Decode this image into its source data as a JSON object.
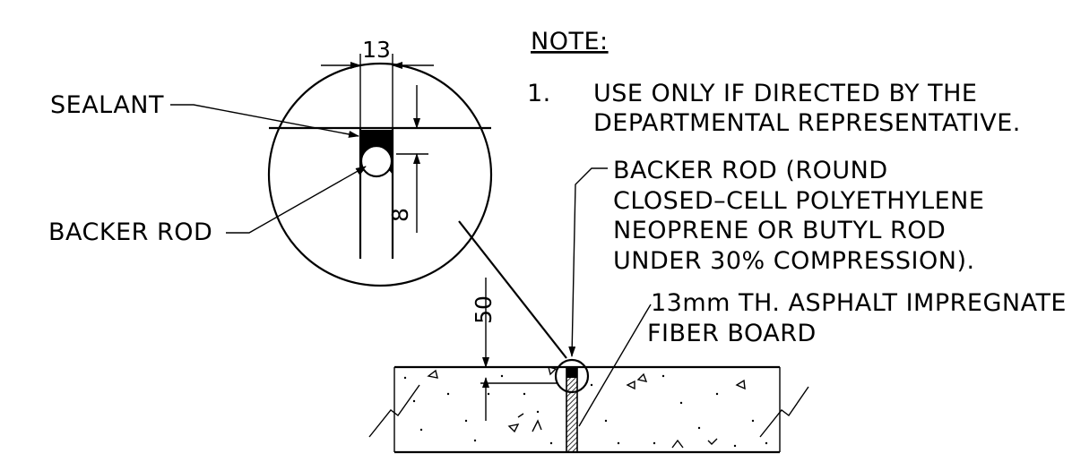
{
  "note": {
    "heading": "NOTE:",
    "item_number": "1.",
    "item_line1": "USE ONLY IF DIRECTED BY THE",
    "item_line2": "DEPARTMENTAL REPRESENTATIVE."
  },
  "labels": {
    "sealant": "SEALANT",
    "backer_rod_detail": "BACKER ROD",
    "backer_rod_spec_line1": "BACKER ROD (ROUND",
    "backer_rod_spec_line2": "CLOSED–CELL POLYETHYLENE",
    "backer_rod_spec_line3": "NEOPRENE OR BUTYL ROD",
    "backer_rod_spec_line4": "UNDER 30% COMPRESSION).",
    "fiber_board_line1": "13mm TH. ASPHALT IMPREGNATE",
    "fiber_board_line2": "FIBER BOARD"
  },
  "dimensions": {
    "joint_width": "13",
    "sealant_depth": "8",
    "slab_depth": "50"
  }
}
